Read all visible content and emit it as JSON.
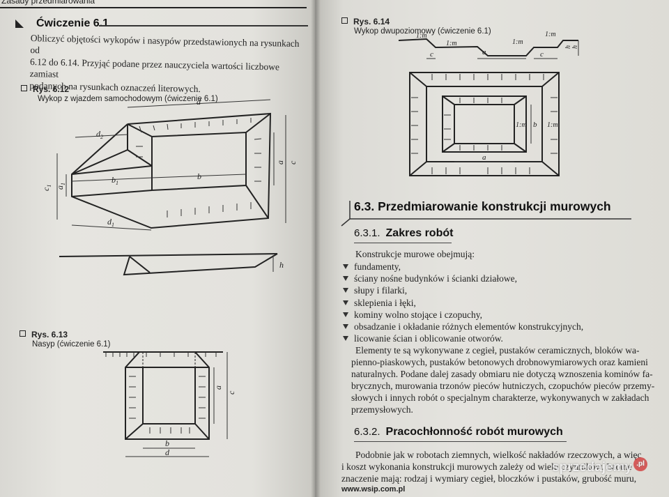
{
  "header": {
    "running_title": "Zasady przedmiarowania"
  },
  "exercise": {
    "title": "Ćwiczenie 6.1",
    "lines": [
      "Obliczyć objętości wykopów i nasypów przedstawionych na rysunkach od",
      "6.12 do 6.14. Przyjąć podane przez nauczyciela wartości liczbowe zamiast",
      "podanych na rysunkach oznaczeń literowych."
    ]
  },
  "figures": {
    "f12": {
      "label": "Rys. 6.12",
      "caption": "Wykop z wjazdem samochodowym (ćwiczenie 6.1)",
      "labels": {
        "d": "d",
        "d2": "d",
        "d2s": "2",
        "c1": "c",
        "c1s": "1",
        "a1": "a",
        "a1s": "1",
        "b1": "b",
        "b1s": "1",
        "b": "b",
        "a": "a",
        "c": "c",
        "d1": "d",
        "d1s": "1",
        "h": "h"
      }
    },
    "f13": {
      "label": "Rys. 6.13",
      "caption": "Nasyp (ćwiczenie 6.1)",
      "labels": {
        "a": "a",
        "c": "c",
        "b": "b",
        "d": "d"
      }
    },
    "f14": {
      "label": "Rys. 6.14",
      "caption": "Wykop dwupoziomowy (ćwiczenie 6.1)",
      "labels": {
        "m1": "1:m",
        "m2": "1:m",
        "m3": "1:m",
        "m4": "1:m",
        "c1": "c",
        "a": "a",
        "c2": "c",
        "h1": "h",
        "h2": "h",
        "m5": "1:m",
        "b": "b",
        "m6": "1:m",
        "a2": "a"
      }
    }
  },
  "section": {
    "number": "6.3.",
    "title": "Przedmiarowanie konstrukcji murowych"
  },
  "s631": {
    "number": "6.3.1.",
    "title": "Zakres robót",
    "intro": "Konstrukcje murowe obejmują:",
    "items": [
      "fundamenty,",
      "ściany nośne budynków i ścianki działowe,",
      "słupy i filarki,",
      "sklepienia i łęki,",
      "kominy wolno stojące i czopuchy,",
      "obsadzanie i okładanie różnych elementów konstrukcyjnych,",
      "licowanie ścian i oblicowanie otworów."
    ],
    "para": [
      "Elementy te są wykonywane z cegieł, pustaków ceramicznych, bloków wa-",
      "pienno-piaskowych, pustaków betonowych drobnowymiarowych oraz kamieni",
      "naturalnych. Podane dalej zasady obmiaru nie dotyczą wznoszenia kominów fa-",
      "brycznych, murowania trzonów pieców hutniczych, czopuchów pieców przemy-",
      "słowych i innych robót o specjalnym charakterze, wykonywanych w zakładach",
      "przemysłowych."
    ]
  },
  "s632": {
    "number": "6.3.2.",
    "title": "Pracochłonność robót murowych",
    "para": [
      "Podobnie jak w robotach ziemnych, wielkość nakładów rzeczowych, a więc",
      "i koszt wykonania konstrukcji murowych zależy od wielu czynników. Istotne",
      "znaczenie mają: rodzaj i wymiary cegieł, bloczków i pustaków, grubość muru,"
    ]
  },
  "footer": {
    "url": "www.wsip.com.pl"
  },
  "watermark": {
    "text": "sprzedajemy",
    "suffix": ".pl"
  }
}
